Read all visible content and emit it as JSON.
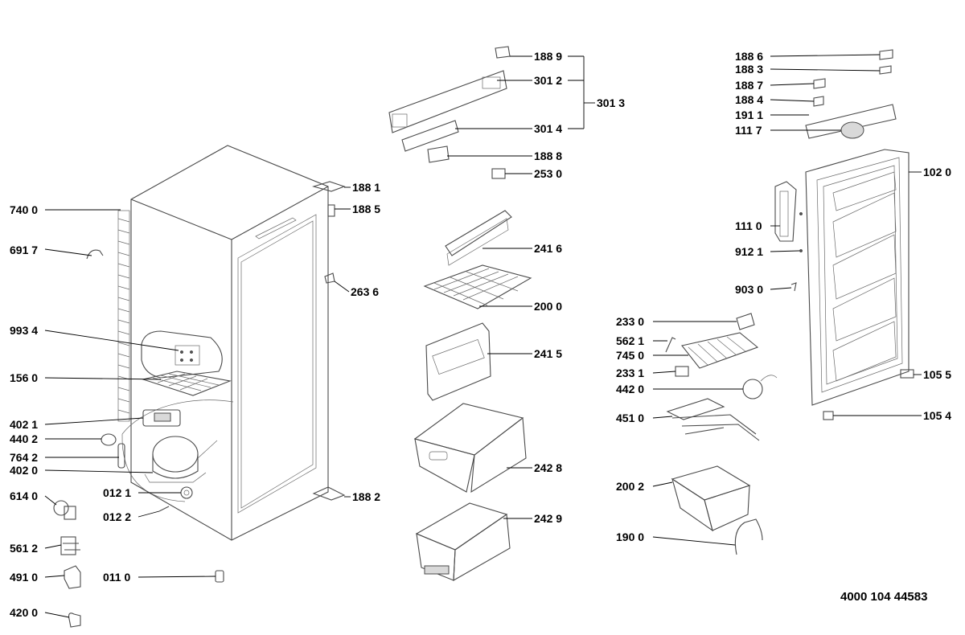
{
  "document_number": "4000 104 44583",
  "labels": [
    "740 0",
    "691 7",
    "993 4",
    "156 0",
    "402 1",
    "440 2",
    "764 2",
    "402 0",
    "614 0",
    "561 2",
    "491 0",
    "420 0",
    "012 1",
    "012 2",
    "011 0",
    "188 1",
    "188 5",
    "263 6",
    "188 2",
    "188 9",
    "301 2",
    "301 3",
    "301 4",
    "188 8",
    "253 0",
    "241 6",
    "200 0",
    "241 5",
    "242 8",
    "242 9",
    "233 0",
    "562 1",
    "745 0",
    "233 1",
    "442 0",
    "451 0",
    "200 2",
    "190 0",
    "188 6",
    "188 3",
    "188 7",
    "188 4",
    "191 1",
    "111 7",
    "102 0",
    "111 0",
    "912 1",
    "903 0",
    "105 5",
    "105 4"
  ]
}
